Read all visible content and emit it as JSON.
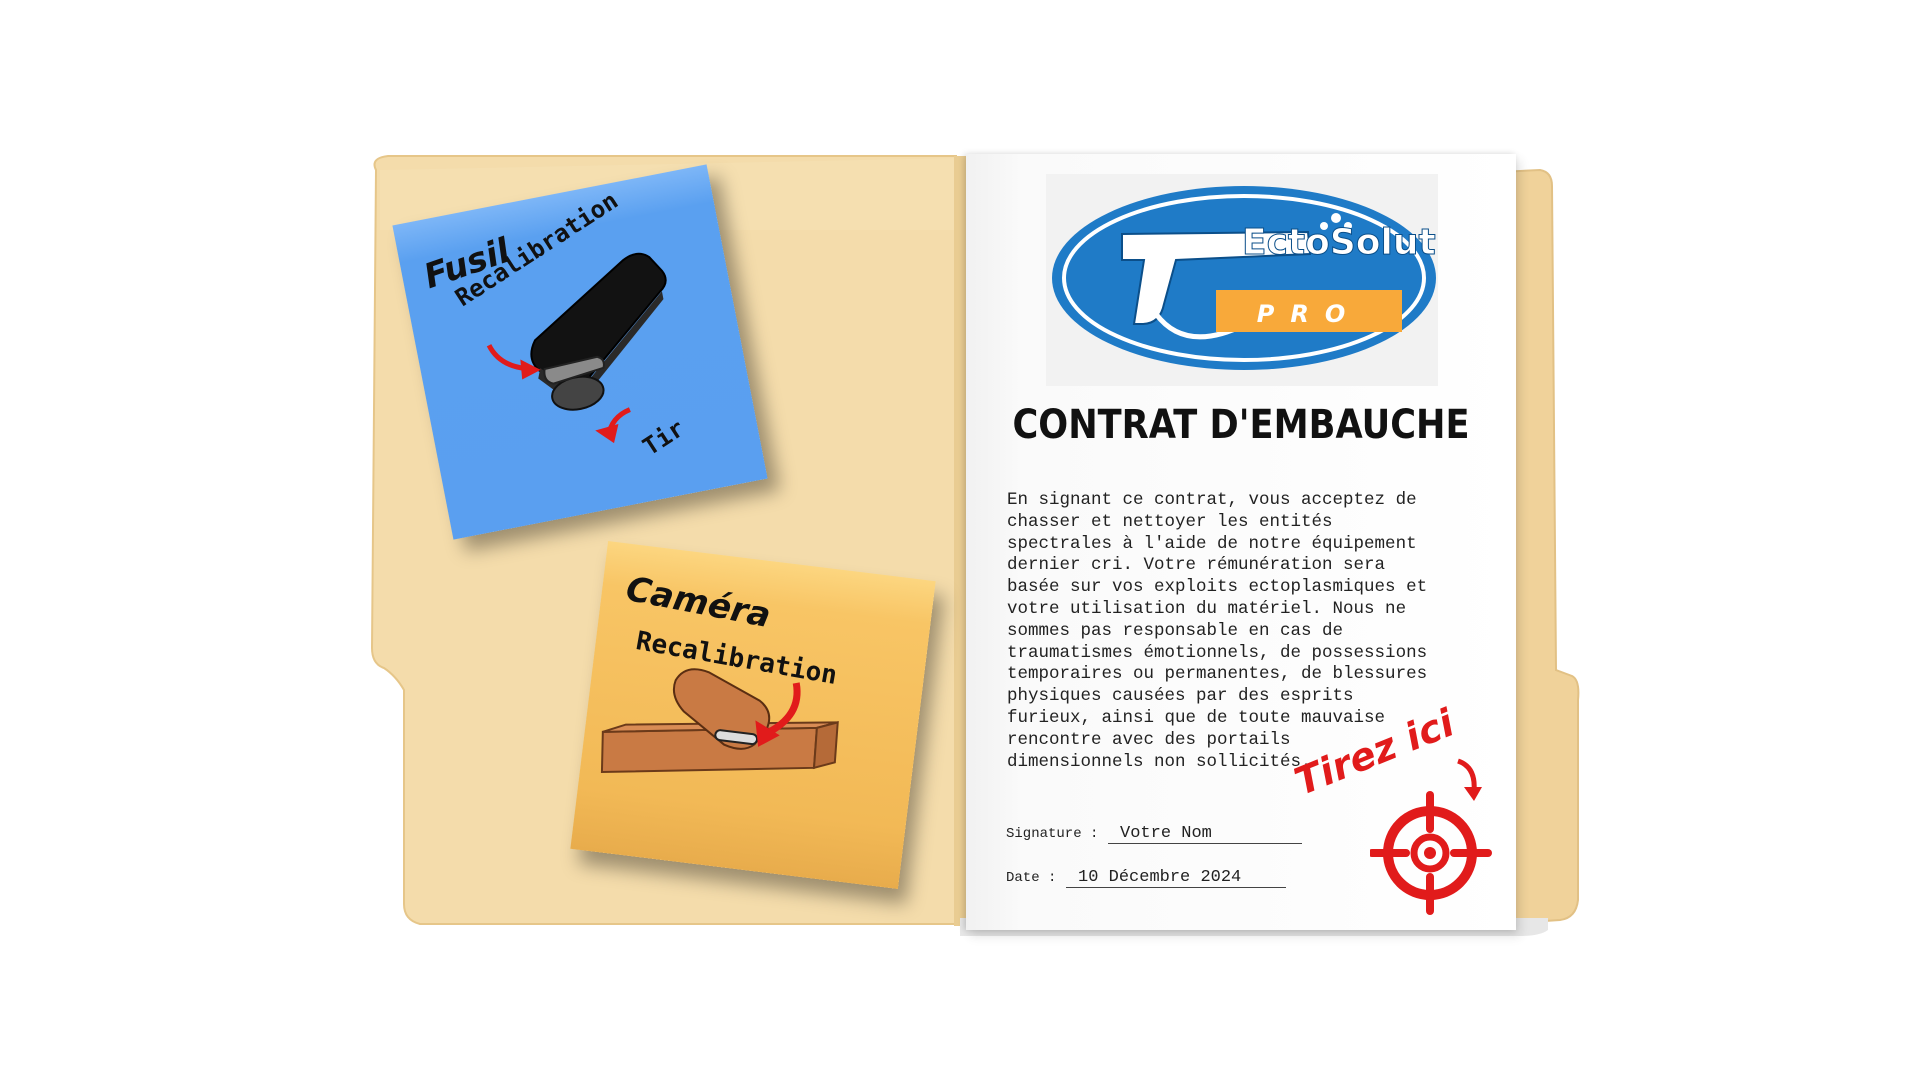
{
  "notes": {
    "gun": {
      "title": "Fusil",
      "recalibration_label": "Recalibration",
      "shoot_label": "Tir"
    },
    "camera": {
      "title": "Caméra",
      "recalibration_label": "Recalibration"
    }
  },
  "contract": {
    "logo": {
      "brand": "EctoSolution",
      "tier": "PRO"
    },
    "title": "CONTRAT D'EMBAUCHE",
    "body": "En signant ce contrat, vous acceptez de\nchasser et nettoyer les entités\nspectrales à l'aide de notre équipement\ndernier cri. Votre rémunération sera\nbasée sur vos exploits ectoplasmiques et\nvotre utilisation du matériel. Nous ne\nsommes pas responsable en cas de\ntraumatismes émotionnels, de possessions\ntemporaires ou permanentes, de blessures\nphysiques causées par des esprits\nfurieux, ainsi que de toute mauvaise\nrencontre avec des portails\ndimensionnels non sollicités.",
    "signature_label": "Signature :",
    "signature_value": "Votre Nom",
    "date_label": "Date :",
    "date_value": "10 Décembre 2024"
  },
  "action": {
    "pull_label": "Tirez ici"
  },
  "colors": {
    "folder": "#f4dcab",
    "folder_edge": "#e8c98e",
    "note_blue": "#5a9ff0",
    "note_yellow": "#f2b956",
    "logo_blue": "#1f7bc7",
    "logo_orange": "#f8a93a",
    "accent_red": "#e11b1b"
  },
  "icons": [
    "gun-device-icon",
    "camera-device-icon",
    "red-arrow-icon",
    "crosshair-target-icon",
    "spray-gun-logo-icon"
  ]
}
